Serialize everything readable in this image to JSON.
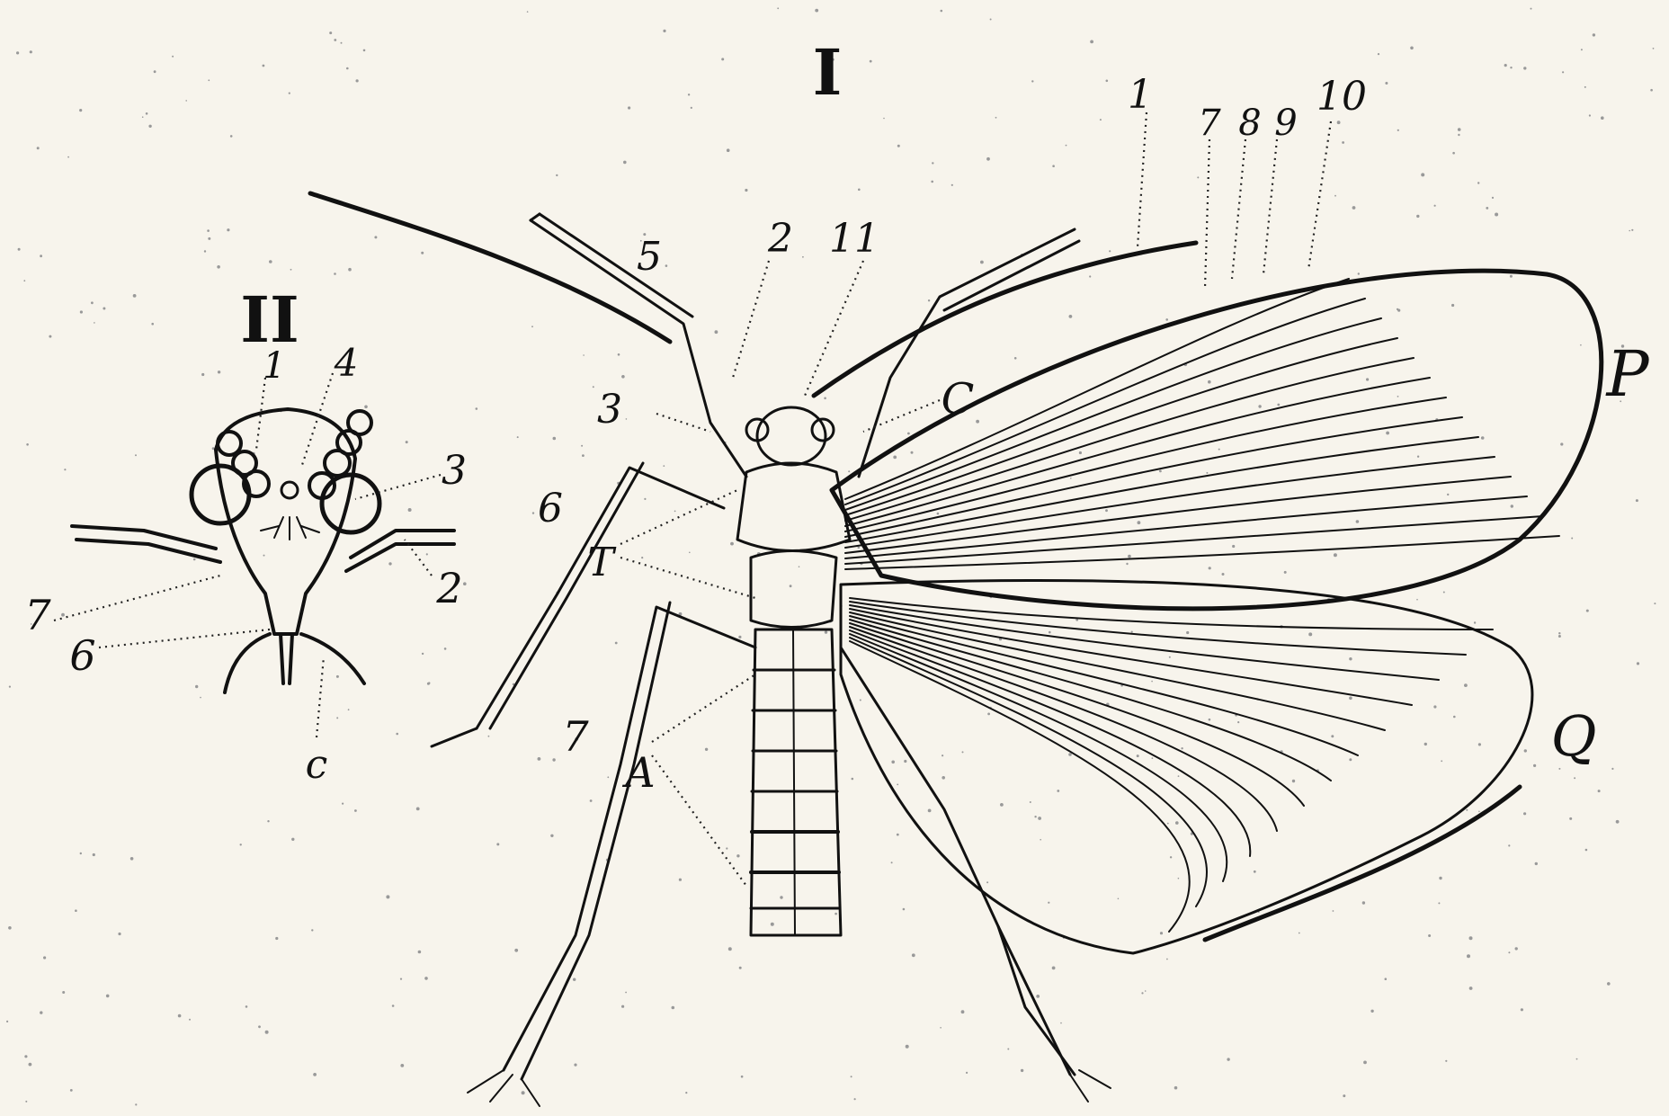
{
  "figures": {
    "fig1": "I",
    "fig2": "II"
  },
  "labels_fig1": {
    "l1": "1",
    "l7": "7",
    "l8": "8",
    "l9": "9",
    "l10": "10",
    "l11": "11",
    "l2": "2",
    "l5": "5",
    "l3": "3",
    "l6": "6",
    "lT": "T",
    "lC": "C",
    "l7b": "7",
    "lA": "A",
    "lP": "P",
    "lQ": "Q"
  },
  "labels_fig2": {
    "l1": "1",
    "l4": "4",
    "l3": "3",
    "l2": "2",
    "l7": "7",
    "l6": "6",
    "lc": "c"
  }
}
